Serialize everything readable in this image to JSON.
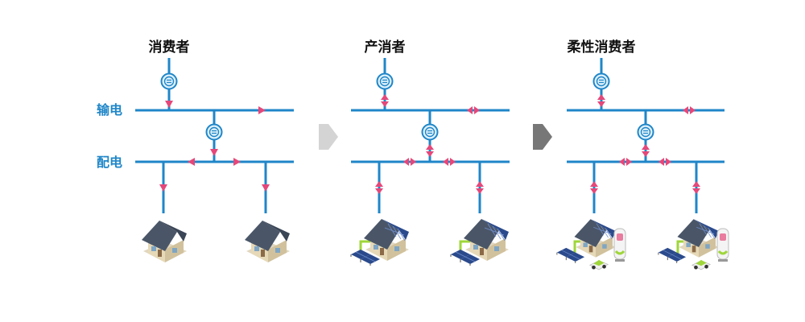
{
  "labels": {
    "transmission": "输电",
    "distribution": "配电"
  },
  "panels": [
    {
      "title": "消费者",
      "flow": "one-way",
      "house": "plain"
    },
    {
      "title": "产消者",
      "flow": "two-way",
      "house": "solar"
    },
    {
      "title": "柔性消费者",
      "flow": "two-way",
      "house": "solar-ev"
    }
  ],
  "transitions": [
    {
      "icon": "chevron-arrow-icon",
      "color": "#d4d4d4"
    },
    {
      "icon": "chevron-arrow-icon",
      "color": "#777777"
    }
  ],
  "colors": {
    "line": "#1f86c8",
    "label": "#1f86c8",
    "arrow": "#e4487a",
    "meter_fill": "#dff1fb",
    "roof": "#4a5668",
    "wall": "#e6d9b8",
    "solar": "#2a4a8c",
    "ev": "#9fd63a"
  },
  "icons": {
    "meter": "meter-icon",
    "house": "house-icon",
    "solar": "solar-panel-icon",
    "charger": "ev-charger-icon",
    "car": "electric-car-icon"
  }
}
